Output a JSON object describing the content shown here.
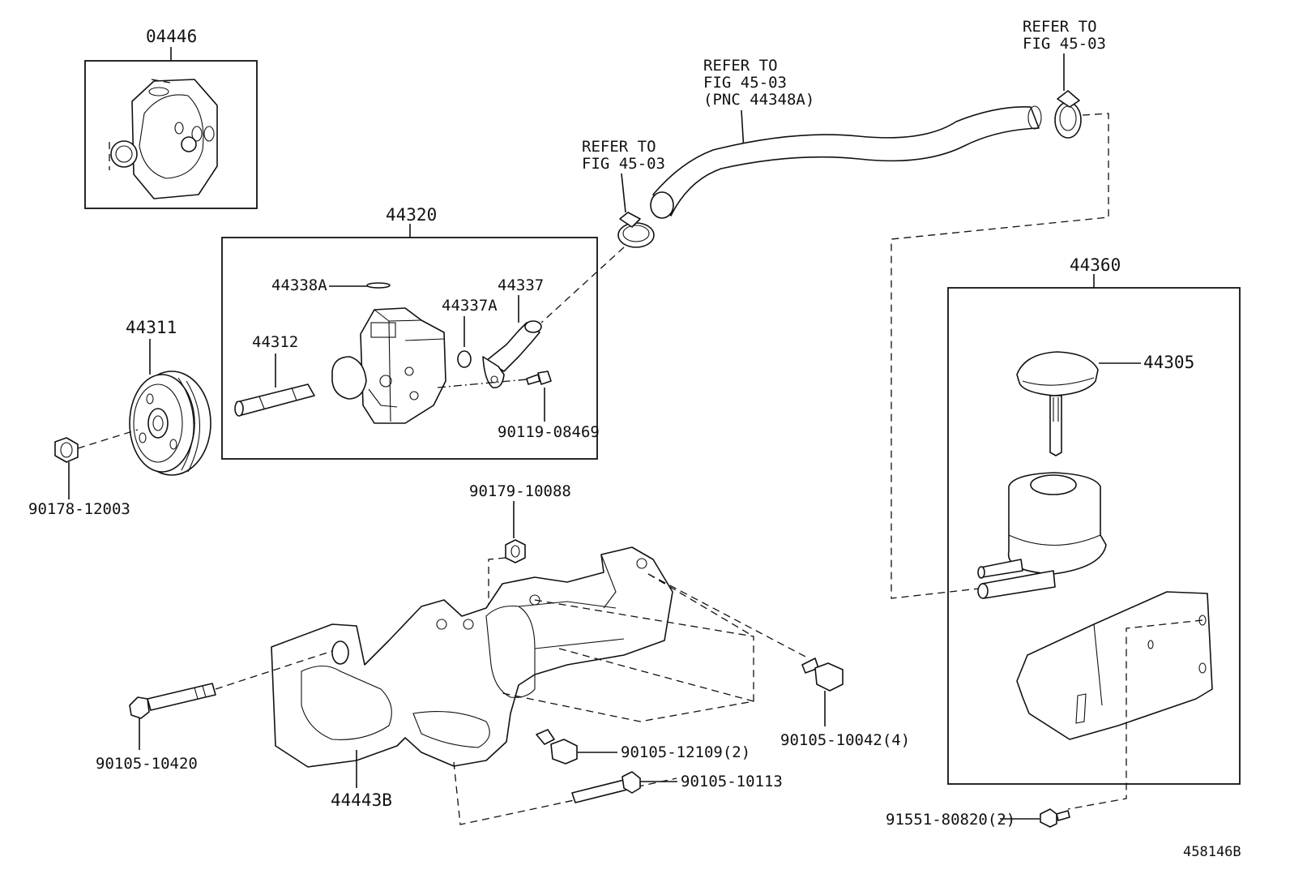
{
  "diagram_id": "458146B",
  "callouts": {
    "c04446": "04446",
    "c44320": "44320",
    "c44338A": "44338A",
    "c44337": "44337",
    "c44337A": "44337A",
    "c44312": "44312",
    "c44311": "44311",
    "c90119": "90119-08469",
    "c90178": "90178-12003",
    "c90179": "90179-10088",
    "c90105_10420": "90105-10420",
    "c44443B": "44443B",
    "c90105_12109": "90105-12109(2)",
    "c90105_10113": "90105-10113",
    "c90105_10042": "90105-10042(4)",
    "c44360": "44360",
    "c44305": "44305",
    "c91551": "91551-80820(2)"
  },
  "refer_notes": {
    "left_line1": "REFER TO",
    "left_line2": "FIG 45-03",
    "middle_line1": "REFER TO",
    "middle_line2": "FIG 45-03",
    "middle_line3": "(PNC 44348A)",
    "right_line1": "REFER TO",
    "right_line2": "FIG 45-03"
  }
}
